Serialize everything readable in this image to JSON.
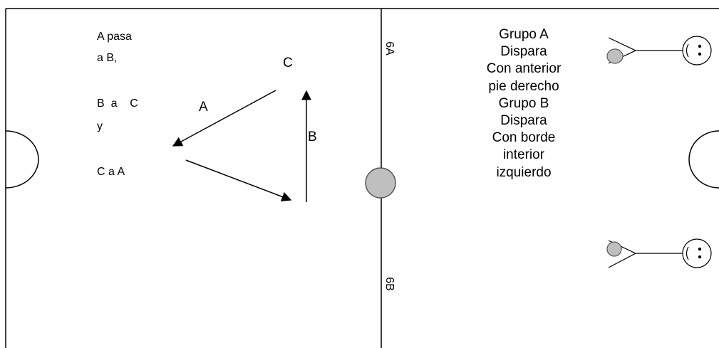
{
  "left_notes": {
    "line1": "A  pasa",
    "line2": "a B,",
    "line3": "B  a    C",
    "line4": "y",
    "line5": "C a A"
  },
  "triangle_labels": {
    "a": "A",
    "b": "B",
    "c": "C"
  },
  "midline_labels": {
    "top": "6A",
    "bottom": "6B"
  },
  "groups_text": [
    "Grupo A",
    "Dispara",
    "Con anterior",
    "pie derecho",
    "Grupo B",
    "Dispara",
    "Con borde",
    "interior",
    "izquierdo"
  ],
  "colors": {
    "line": "#000000",
    "ball_fill": "#bfbfbf",
    "background": "#ffffff"
  }
}
